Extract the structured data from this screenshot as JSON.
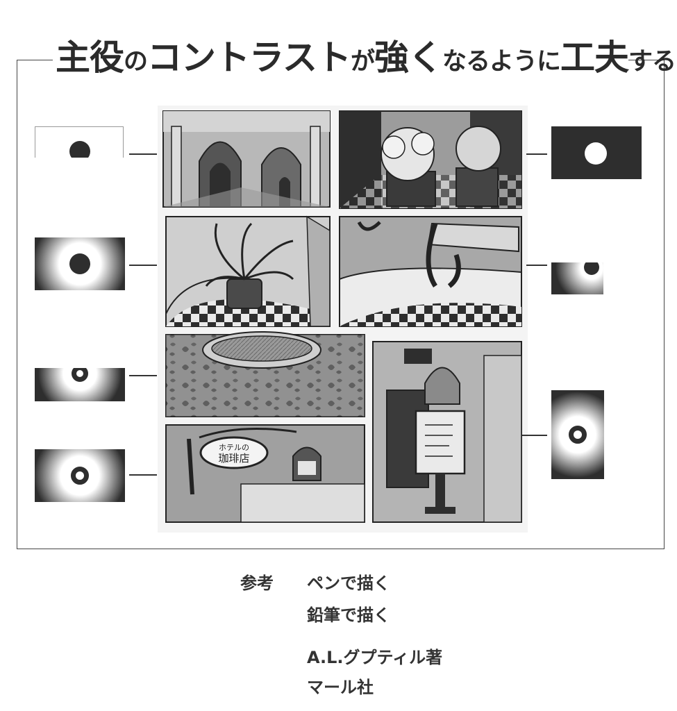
{
  "title": {
    "parts": [
      {
        "text": "主役",
        "size": "big"
      },
      {
        "text": "の",
        "size": "small"
      },
      {
        "text": "コントラスト",
        "size": "big"
      },
      {
        "text": "が",
        "size": "small"
      },
      {
        "text": "強く",
        "size": "big"
      },
      {
        "text": "なるように",
        "size": "small"
      },
      {
        "text": "工夫",
        "size": "big"
      },
      {
        "text": "する",
        "size": "small"
      }
    ]
  },
  "references": {
    "label": "参考",
    "lines": [
      "ペンで描く",
      "鉛筆で描く",
      "A.L.グプティル著",
      "マール社"
    ]
  },
  "sketch": {
    "cafe_sign_line1": "ホテルの",
    "cafe_sign_line2": "珈琲店"
  },
  "colors": {
    "dark": "#2e2e2e",
    "frame": "#444444",
    "paper": "#f4f4f4"
  }
}
